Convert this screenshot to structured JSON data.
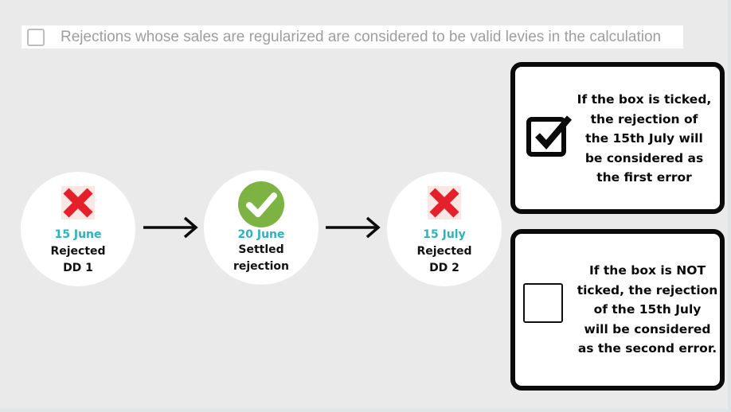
{
  "option": {
    "checked": false,
    "label": "Rejections whose sales are regularized are considered to be valid levies in the calculation"
  },
  "timeline": [
    {
      "icon": "red-cross-icon",
      "date": "15 June",
      "line1": "Rejected",
      "line2": "DD 1"
    },
    {
      "icon": "green-check-icon",
      "date": "20 June",
      "line1": "Settled",
      "line2": "rejection"
    },
    {
      "icon": "red-cross-icon",
      "date": "15 July",
      "line1": "Rejected",
      "line2": "DD 2"
    }
  ],
  "explanations": [
    {
      "checkbox_state": "ticked",
      "text": "If the box is ticked,\nthe rejection of\nthe 15th July will\nbe considered as\nthe first error"
    },
    {
      "checkbox_state": "unticked",
      "text": "If the box is NOT\nticked, the rejection\nof the 15th July\nwill be considered\nas the second error."
    }
  ],
  "colors": {
    "background": "#eaeaea",
    "date_accent": "#2bb3c0",
    "cross_red": "#e5202a",
    "check_green": "#7cb342"
  }
}
